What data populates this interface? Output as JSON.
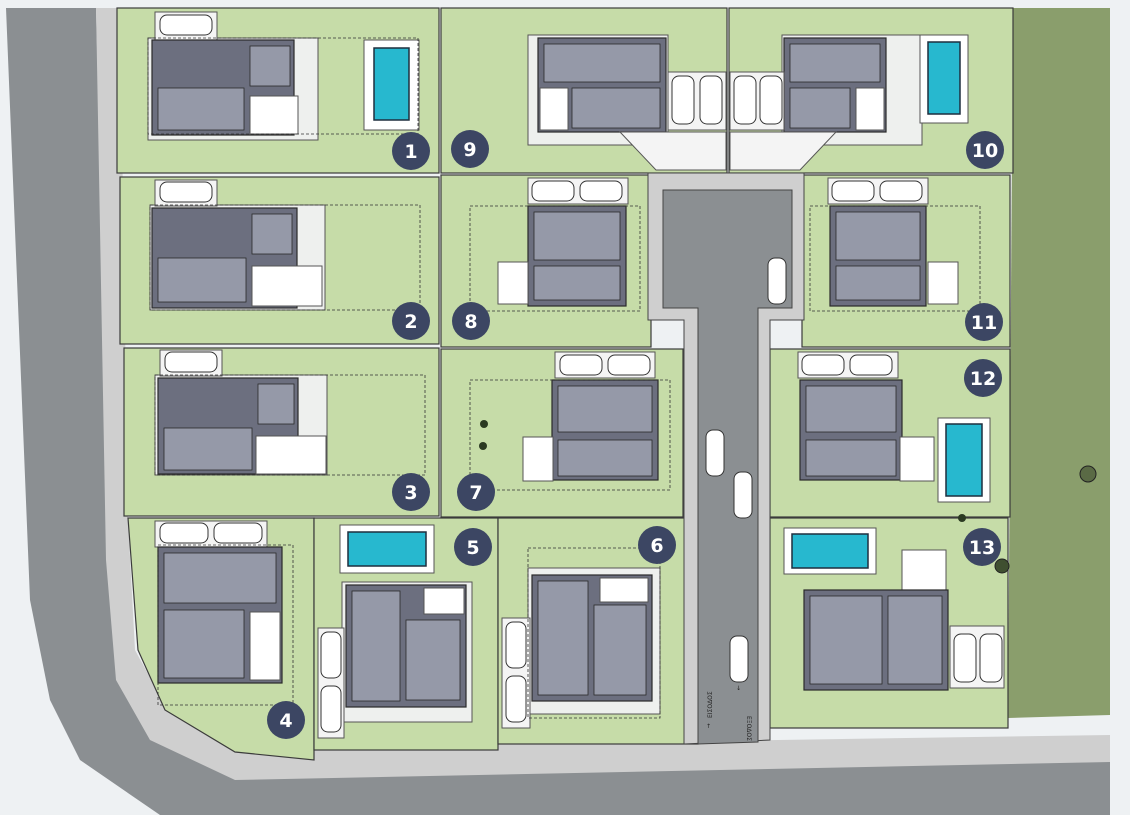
{
  "colors": {
    "plot": "#c6dca8",
    "park": "#8a9e6c",
    "road": "#8b8f92",
    "sidewalk": "#cfcfcf",
    "house": "#6c6f7f",
    "pool": "#27b8cf",
    "badge": "#3c4663"
  },
  "plots": [
    {
      "number": "1"
    },
    {
      "number": "2"
    },
    {
      "number": "3"
    },
    {
      "number": "4"
    },
    {
      "number": "5"
    },
    {
      "number": "6"
    },
    {
      "number": "7"
    },
    {
      "number": "8"
    },
    {
      "number": "9"
    },
    {
      "number": "10"
    },
    {
      "number": "11"
    },
    {
      "number": "12"
    },
    {
      "number": "13"
    }
  ],
  "road_signs": {
    "entry": "ΕΙΣΟΔΟΣ",
    "exit": "ΕΞΟΔΟΣ"
  }
}
